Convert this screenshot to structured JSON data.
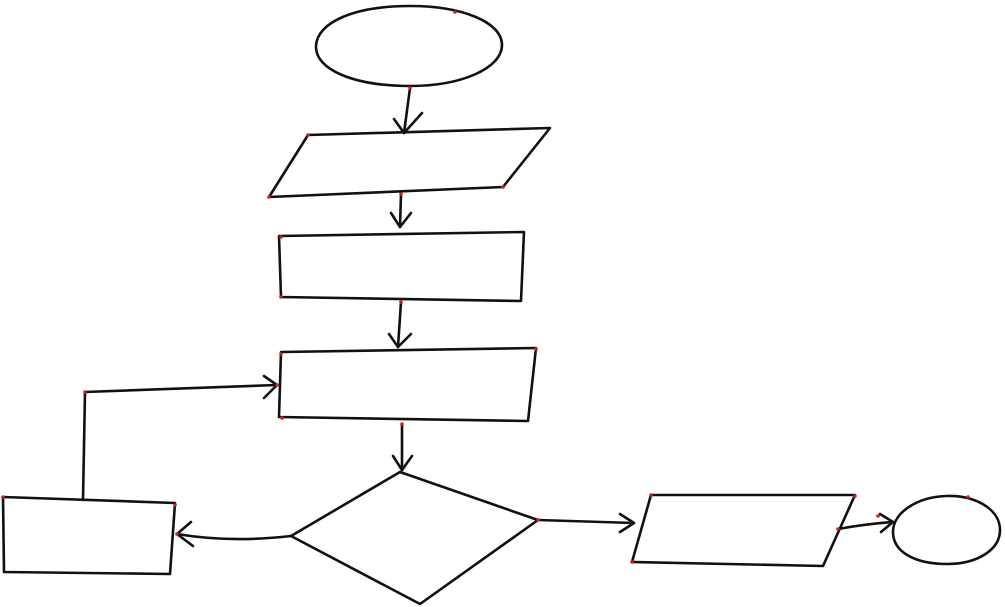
{
  "diagram": {
    "kind": "flowchart",
    "style": "hand-drawn",
    "colors": {
      "line": "#111111",
      "endpoint_dot": "#cc1f1f",
      "background": "#ffffff"
    },
    "nodes": [
      {
        "id": "start",
        "shape": "terminator",
        "text": ""
      },
      {
        "id": "input",
        "shape": "parallelogram",
        "text": ""
      },
      {
        "id": "process-1",
        "shape": "rectangle",
        "text": ""
      },
      {
        "id": "process-2",
        "shape": "rectangle",
        "text": ""
      },
      {
        "id": "decision",
        "shape": "diamond",
        "text": ""
      },
      {
        "id": "loop-process",
        "shape": "rectangle",
        "text": ""
      },
      {
        "id": "output",
        "shape": "parallelogram",
        "text": ""
      },
      {
        "id": "end",
        "shape": "terminator",
        "text": ""
      }
    ],
    "edges": [
      {
        "from": "start",
        "to": "input"
      },
      {
        "from": "input",
        "to": "process-1"
      },
      {
        "from": "process-1",
        "to": "process-2"
      },
      {
        "from": "process-2",
        "to": "decision"
      },
      {
        "from": "decision",
        "to": "loop-process"
      },
      {
        "from": "loop-process",
        "to": "process-2"
      },
      {
        "from": "decision",
        "to": "output"
      },
      {
        "from": "output",
        "to": "end"
      }
    ]
  }
}
